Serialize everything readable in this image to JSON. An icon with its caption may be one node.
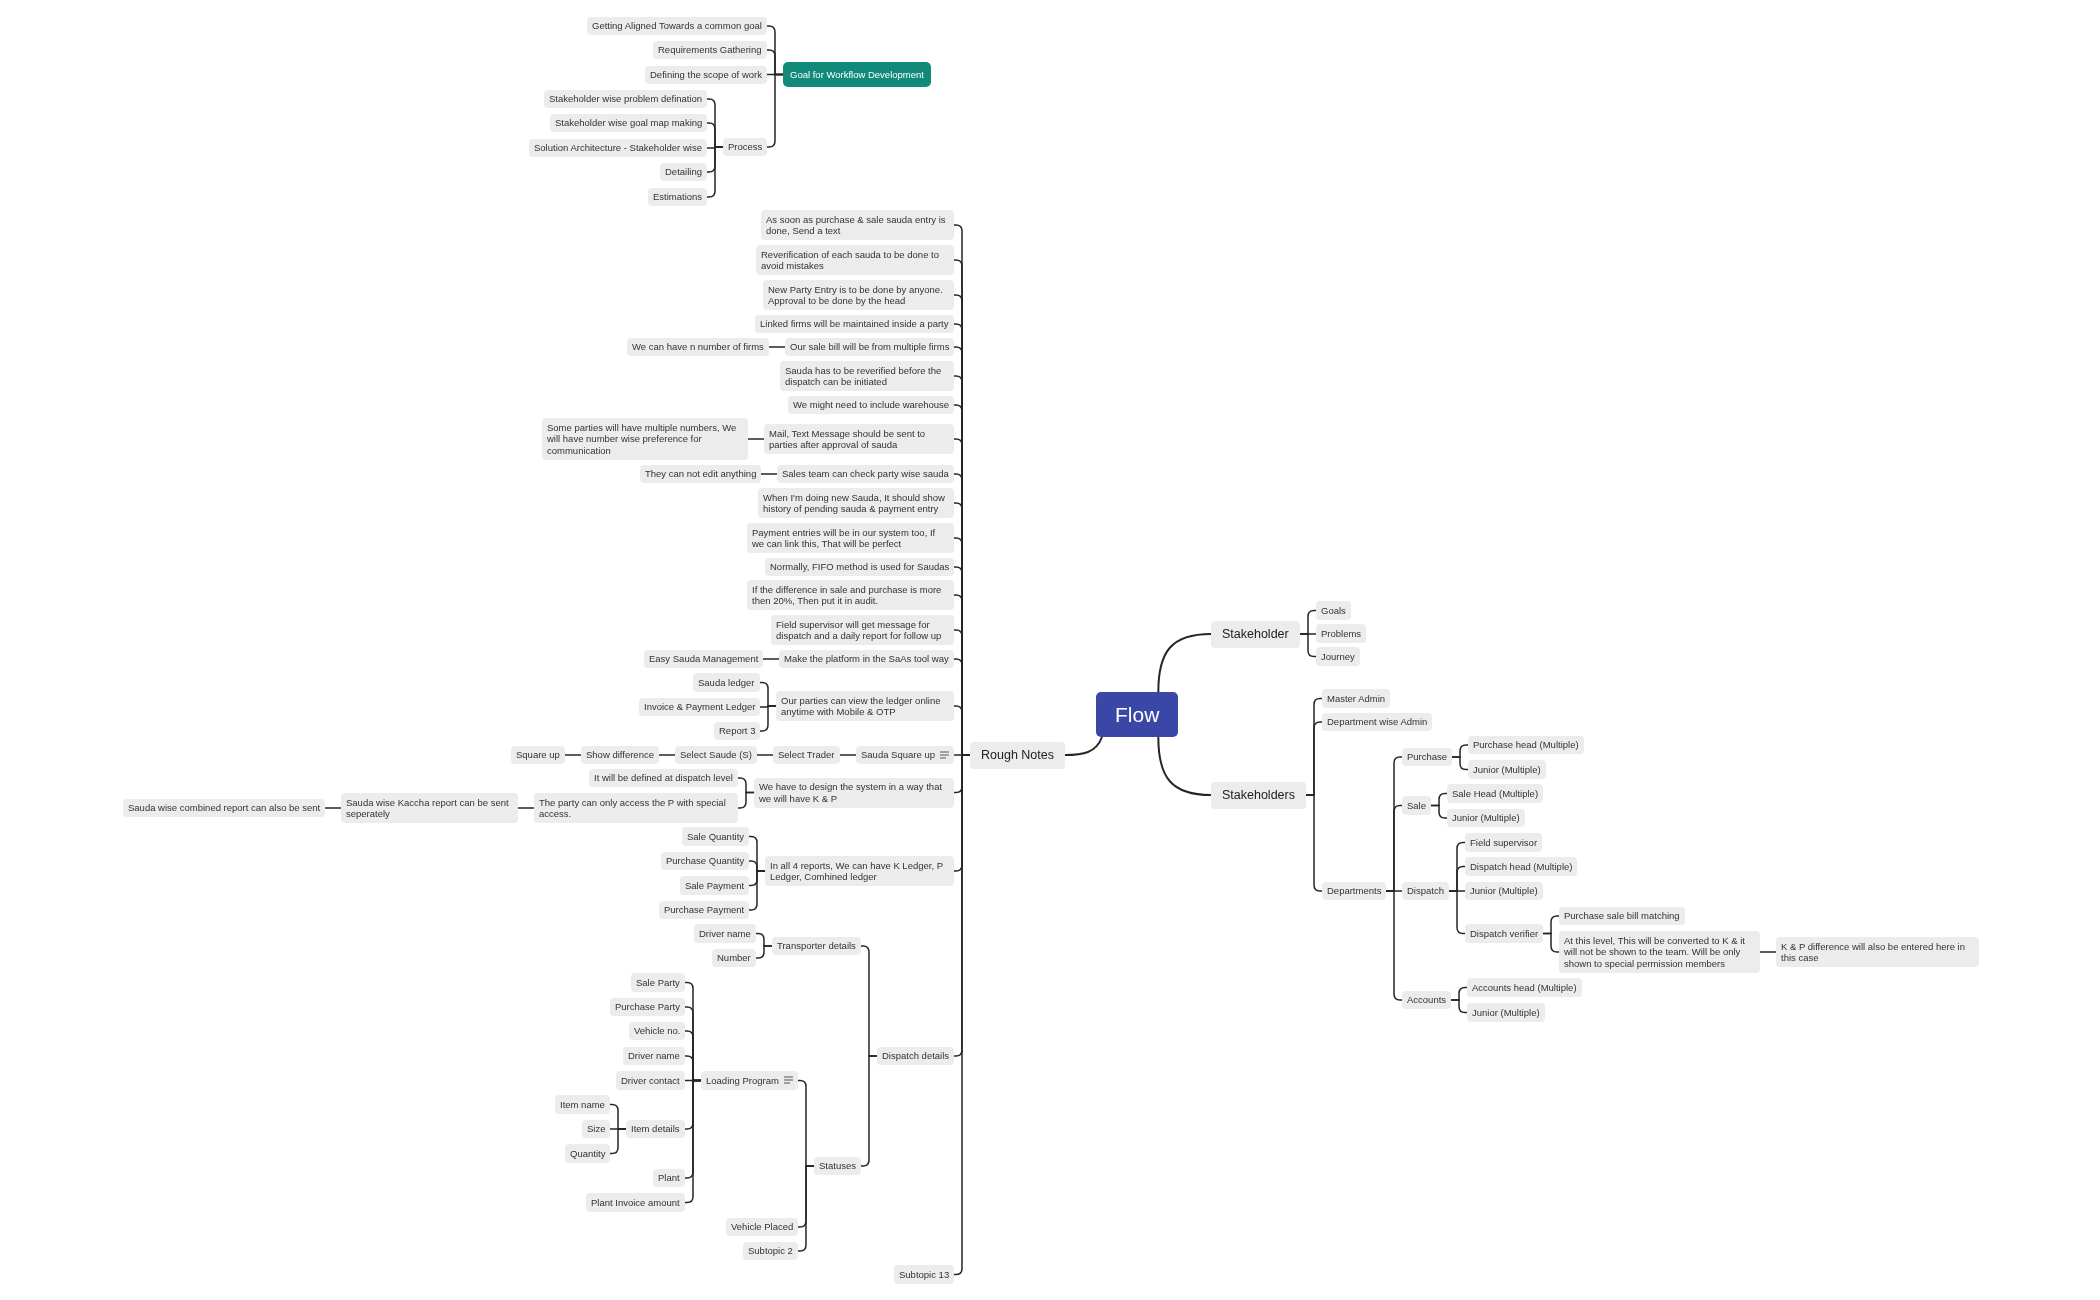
{
  "diagram": {
    "nodes": [
      {
        "text": [
          "Goal for Workflow Development"
        ]
      },
      {
        "text": [
          "Getting Aligned Towards a common goal"
        ]
      },
      {
        "text": [
          "Requirements Gathering"
        ]
      },
      {
        "text": [
          "Defining the scope of work"
        ]
      },
      {
        "text": [
          "Process"
        ]
      },
      {
        "text": [
          "Stakeholder wise problem defination"
        ]
      },
      {
        "text": [
          "Stakeholder wise goal map making"
        ]
      },
      {
        "text": [
          "Solution Architecture - Stakeholder wise"
        ]
      },
      {
        "text": [
          "Detailing"
        ]
      },
      {
        "text": [
          "Estimations"
        ]
      },
      {
        "text": [
          "Flow"
        ]
      },
      {
        "text": [
          "Rough Notes"
        ]
      },
      {
        "text": [
          "As soon as purchase & sale sauda entry is done, Send a text"
        ]
      },
      {
        "text": [
          "Reverification of each sauda to be done to avoid mistakes"
        ]
      },
      {
        "text": [
          "New Party Entry is to be done by anyone. Approval to be done by the head"
        ]
      },
      {
        "text": [
          "Linked firms will be maintained inside a party"
        ]
      },
      {
        "text": [
          "Our sale bill will be from multiple firms"
        ]
      },
      {
        "text": [
          "We can have n number of firms"
        ]
      },
      {
        "text": [
          "Sauda has to be reverified before the dispatch can be initiated"
        ]
      },
      {
        "text": [
          "We might need to include warehouse"
        ]
      },
      {
        "text": [
          "Mail, Text Message should be sent to parties after approval of sauda"
        ]
      },
      {
        "text": [
          "Some parties will have multiple numbers, We will have number wise preference for communication"
        ]
      },
      {
        "text": [
          "Sales team can check party wise sauda"
        ]
      },
      {
        "text": [
          "They can not edit anything"
        ]
      },
      {
        "text": [
          "When I'm doing new Sauda, It should show history of pending sauda & payment entry"
        ]
      },
      {
        "text": [
          "Payment entries will be in our system too, If we can link this, That will be perfect"
        ]
      },
      {
        "text": [
          "Normally, FIFO method is used for Saudas"
        ]
      },
      {
        "text": [
          "If the difference in sale and purchase is more then 20%, Then put it in audit."
        ]
      },
      {
        "text": [
          "Field supervisor will get message for dispatch and a daily report for follow up"
        ]
      },
      {
        "text": [
          "Make the platform in the SaAs tool way"
        ]
      },
      {
        "text": [
          "Easy Sauda Management"
        ]
      },
      {
        "text": [
          "Our parties can view the ledger online anytime with Mobile & OTP"
        ]
      },
      {
        "text": [
          "Sauda ledger"
        ]
      },
      {
        "text": [
          "Invoice & Payment Ledger"
        ]
      },
      {
        "text": [
          "Report 3"
        ]
      },
      {
        "text": [
          "Sauda Square up"
        ]
      },
      {
        "text": [
          "Select Trader"
        ]
      },
      {
        "text": [
          "Select Saude (S)"
        ]
      },
      {
        "text": [
          "Show difference"
        ]
      },
      {
        "text": [
          "Square up"
        ]
      },
      {
        "text": [
          "We have to design the system in a way that we will have K & P"
        ]
      },
      {
        "text": [
          "It will be defined at dispatch level"
        ]
      },
      {
        "text": [
          "The party can only access the P with special access."
        ]
      },
      {
        "text": [
          "Sauda wise Kaccha report can be sent seperately"
        ]
      },
      {
        "text": [
          "Sauda wise combined report can also be sent"
        ]
      },
      {
        "text": [
          "In all 4 reports, We can have K Ledger, P Ledger, Comhined ledger"
        ]
      },
      {
        "text": [
          "Sale Quantity"
        ]
      },
      {
        "text": [
          "Purchase Quantity"
        ]
      },
      {
        "text": [
          "Sale Payment"
        ]
      },
      {
        "text": [
          "Purchase Payment"
        ]
      },
      {
        "text": [
          "Dispatch details"
        ]
      },
      {
        "text": [
          "Transporter details"
        ]
      },
      {
        "text": [
          "Driver name"
        ]
      },
      {
        "text": [
          "Number"
        ]
      },
      {
        "text": [
          "Statuses"
        ]
      },
      {
        "text": [
          "Loading Program"
        ]
      },
      {
        "text": [
          "Sale Party"
        ]
      },
      {
        "text": [
          "Purchase Party"
        ]
      },
      {
        "text": [
          "Vehicle no."
        ]
      },
      {
        "text": [
          "Driver name"
        ]
      },
      {
        "text": [
          "Driver contact"
        ]
      },
      {
        "text": [
          "Item details"
        ]
      },
      {
        "text": [
          "Item name"
        ]
      },
      {
        "text": [
          "Size"
        ]
      },
      {
        "text": [
          "Quantity"
        ]
      },
      {
        "text": [
          "Plant"
        ]
      },
      {
        "text": [
          "Plant Invoice amount"
        ]
      },
      {
        "text": [
          "Vehicle Placed"
        ]
      },
      {
        "text": [
          "Subtopic 2"
        ]
      },
      {
        "text": [
          "Subtopic 13"
        ]
      },
      {
        "text": [
          "Stakeholder"
        ]
      },
      {
        "text": [
          "Goals"
        ]
      },
      {
        "text": [
          "Problems"
        ]
      },
      {
        "text": [
          "Journey"
        ]
      },
      {
        "text": [
          "Stakeholders"
        ]
      },
      {
        "text": [
          "Master Admin"
        ]
      },
      {
        "text": [
          "Department wise Admin"
        ]
      },
      {
        "text": [
          "Departments"
        ]
      },
      {
        "text": [
          "Purchase"
        ]
      },
      {
        "text": [
          "Purchase head (Multiple)"
        ]
      },
      {
        "text": [
          "Junior (Multiple)"
        ]
      },
      {
        "text": [
          "Sale"
        ]
      },
      {
        "text": [
          "Sale Head (Multiple)"
        ]
      },
      {
        "text": [
          "Junior (Multiple)"
        ]
      },
      {
        "text": [
          "Dispatch"
        ]
      },
      {
        "text": [
          "Field supervisor"
        ]
      },
      {
        "text": [
          "Dispatch head (Multiple)"
        ]
      },
      {
        "text": [
          "Junior (Multiple)"
        ]
      },
      {
        "text": [
          "Dispatch verifier"
        ]
      },
      {
        "text": [
          "Purchase sale bill matching"
        ]
      },
      {
        "text": [
          "At this level, This will be converted to K & it will not be shown to the team. Will be only shown to special permission members"
        ]
      },
      {
        "text": [
          "K & P difference will also be entered here in this case"
        ]
      },
      {
        "text": [
          "Accounts"
        ]
      },
      {
        "text": [
          "Accounts head (Multiple)"
        ]
      },
      {
        "text": [
          "Junior (Multiple)"
        ]
      }
    ],
    "edges": [
      {
        "from": 0,
        "to": 1,
        "arrow": "none"
      },
      {
        "from": 0,
        "to": 2,
        "arrow": "none"
      },
      {
        "from": 0,
        "to": 3,
        "arrow": "none"
      },
      {
        "from": 0,
        "to": 4,
        "arrow": "none"
      },
      {
        "from": 4,
        "to": 5,
        "arrow": "none"
      },
      {
        "from": 4,
        "to": 6,
        "arrow": "none"
      },
      {
        "from": 4,
        "to": 7,
        "arrow": "none"
      },
      {
        "from": 4,
        "to": 8,
        "arrow": "none"
      },
      {
        "from": 4,
        "to": 9,
        "arrow": "none"
      },
      {
        "from": 10,
        "to": 11,
        "arrow": "none"
      },
      {
        "from": 11,
        "to": 12,
        "arrow": "none"
      },
      {
        "from": 11,
        "to": 13,
        "arrow": "none"
      },
      {
        "from": 11,
        "to": 14,
        "arrow": "none"
      },
      {
        "from": 11,
        "to": 15,
        "arrow": "none"
      },
      {
        "from": 11,
        "to": 16,
        "arrow": "none"
      },
      {
        "from": 16,
        "to": 17,
        "arrow": "none"
      },
      {
        "from": 11,
        "to": 18,
        "arrow": "none"
      },
      {
        "from": 11,
        "to": 19,
        "arrow": "none"
      },
      {
        "from": 11,
        "to": 20,
        "arrow": "none"
      },
      {
        "from": 20,
        "to": 21,
        "arrow": "none"
      },
      {
        "from": 11,
        "to": 22,
        "arrow": "none"
      },
      {
        "from": 22,
        "to": 23,
        "arrow": "none"
      },
      {
        "from": 11,
        "to": 24,
        "arrow": "none"
      },
      {
        "from": 11,
        "to": 25,
        "arrow": "none"
      },
      {
        "from": 11,
        "to": 26,
        "arrow": "none"
      },
      {
        "from": 11,
        "to": 27,
        "arrow": "none"
      },
      {
        "from": 11,
        "to": 28,
        "arrow": "none"
      },
      {
        "from": 11,
        "to": 29,
        "arrow": "none"
      },
      {
        "from": 29,
        "to": 30,
        "arrow": "none"
      },
      {
        "from": 11,
        "to": 31,
        "arrow": "none"
      },
      {
        "from": 31,
        "to": 32,
        "arrow": "none"
      },
      {
        "from": 31,
        "to": 33,
        "arrow": "none"
      },
      {
        "from": 31,
        "to": 34,
        "arrow": "none"
      },
      {
        "from": 11,
        "to": 35,
        "arrow": "none"
      },
      {
        "from": 35,
        "to": 36,
        "arrow": "none"
      },
      {
        "from": 36,
        "to": 37,
        "arrow": "none"
      },
      {
        "from": 37,
        "to": 38,
        "arrow": "none"
      },
      {
        "from": 38,
        "to": 39,
        "arrow": "none"
      },
      {
        "from": 11,
        "to": 40,
        "arrow": "none"
      },
      {
        "from": 40,
        "to": 41,
        "arrow": "none"
      },
      {
        "from": 40,
        "to": 42,
        "arrow": "none"
      },
      {
        "from": 42,
        "to": 43,
        "arrow": "none"
      },
      {
        "from": 43,
        "to": 44,
        "arrow": "none"
      },
      {
        "from": 11,
        "to": 45,
        "arrow": "none"
      },
      {
        "from": 45,
        "to": 46,
        "arrow": "none"
      },
      {
        "from": 45,
        "to": 47,
        "arrow": "none"
      },
      {
        "from": 45,
        "to": 48,
        "arrow": "none"
      },
      {
        "from": 45,
        "to": 49,
        "arrow": "none"
      },
      {
        "from": 11,
        "to": 50,
        "arrow": "none"
      },
      {
        "from": 50,
        "to": 51,
        "arrow": "none"
      },
      {
        "from": 51,
        "to": 52,
        "arrow": "none"
      },
      {
        "from": 51,
        "to": 53,
        "arrow": "none"
      },
      {
        "from": 50,
        "to": 54,
        "arrow": "none"
      },
      {
        "from": 54,
        "to": 55,
        "arrow": "none"
      },
      {
        "from": 55,
        "to": 56,
        "arrow": "none"
      },
      {
        "from": 55,
        "to": 57,
        "arrow": "none"
      },
      {
        "from": 55,
        "to": 58,
        "arrow": "none"
      },
      {
        "from": 55,
        "to": 59,
        "arrow": "none"
      },
      {
        "from": 55,
        "to": 60,
        "arrow": "none"
      },
      {
        "from": 55,
        "to": 61,
        "arrow": "none"
      },
      {
        "from": 61,
        "to": 62,
        "arrow": "none"
      },
      {
        "from": 61,
        "to": 63,
        "arrow": "none"
      },
      {
        "from": 61,
        "to": 64,
        "arrow": "none"
      },
      {
        "from": 55,
        "to": 65,
        "arrow": "none"
      },
      {
        "from": 55,
        "to": 66,
        "arrow": "none"
      },
      {
        "from": 54,
        "to": 67,
        "arrow": "none"
      },
      {
        "from": 54,
        "to": 68,
        "arrow": "none"
      },
      {
        "from": 11,
        "to": 69,
        "arrow": "none"
      },
      {
        "from": 10,
        "to": 70,
        "arrow": "none"
      },
      {
        "from": 70,
        "to": 71,
        "arrow": "none"
      },
      {
        "from": 70,
        "to": 72,
        "arrow": "none"
      },
      {
        "from": 70,
        "to": 73,
        "arrow": "none"
      },
      {
        "from": 10,
        "to": 74,
        "arrow": "none"
      },
      {
        "from": 74,
        "to": 75,
        "arrow": "none"
      },
      {
        "from": 74,
        "to": 76,
        "arrow": "none"
      },
      {
        "from": 74,
        "to": 77,
        "arrow": "none"
      },
      {
        "from": 77,
        "to": 78,
        "arrow": "none"
      },
      {
        "from": 78,
        "to": 79,
        "arrow": "none"
      },
      {
        "from": 78,
        "to": 80,
        "arrow": "none"
      },
      {
        "from": 77,
        "to": 81,
        "arrow": "none"
      },
      {
        "from": 81,
        "to": 82,
        "arrow": "none"
      },
      {
        "from": 81,
        "to": 83,
        "arrow": "none"
      },
      {
        "from": 77,
        "to": 84,
        "arrow": "none"
      },
      {
        "from": 84,
        "to": 85,
        "arrow": "none"
      },
      {
        "from": 84,
        "to": 86,
        "arrow": "none"
      },
      {
        "from": 84,
        "to": 87,
        "arrow": "none"
      },
      {
        "from": 84,
        "to": 88,
        "arrow": "none"
      },
      {
        "from": 88,
        "to": 89,
        "arrow": "none"
      },
      {
        "from": 88,
        "to": 90,
        "arrow": "none"
      },
      {
        "from": 90,
        "to": 91,
        "arrow": "none"
      },
      {
        "from": 77,
        "to": 92,
        "arrow": "none"
      },
      {
        "from": 92,
        "to": 93,
        "arrow": "none"
      },
      {
        "from": 92,
        "to": 94,
        "arrow": "none"
      }
    ]
  }
}
